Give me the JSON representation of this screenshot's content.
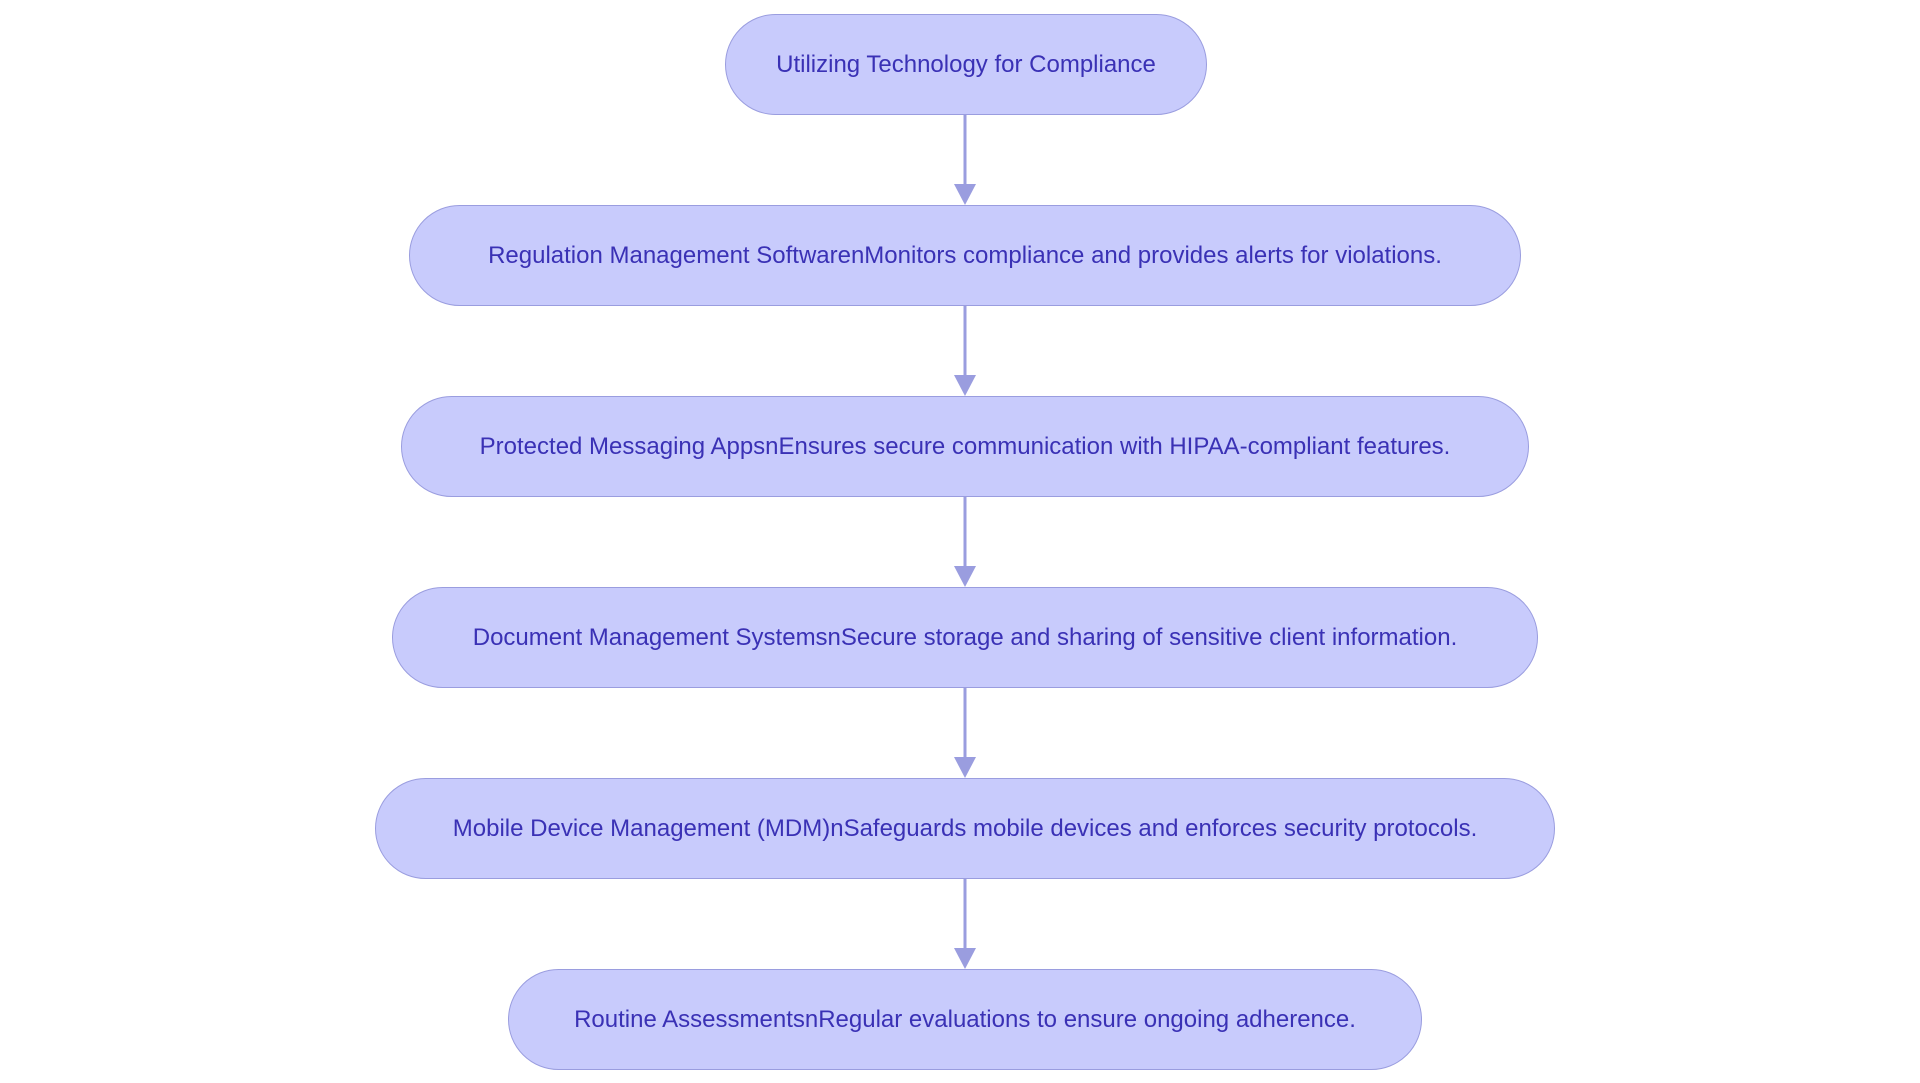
{
  "diagram": {
    "nodes": [
      {
        "label": "Utilizing Technology for Compliance"
      },
      {
        "label": "Regulation Management SoftwarenMonitors compliance and provides alerts for violations."
      },
      {
        "label": "Protected Messaging AppsnEnsures secure communication with HIPAA-compliant features."
      },
      {
        "label": "Document Management SystemsnSecure storage and sharing of sensitive client information."
      },
      {
        "label": "Mobile Device Management (MDM)nSafeguards mobile devices and enforces security protocols."
      },
      {
        "label": "Routine AssessmentsnRegular evaluations to ensure ongoing adherence."
      }
    ],
    "edges": [
      {
        "from": 0,
        "to": 1
      },
      {
        "from": 1,
        "to": 2
      },
      {
        "from": 2,
        "to": 3
      },
      {
        "from": 3,
        "to": 4
      },
      {
        "from": 4,
        "to": 5
      }
    ],
    "colors": {
      "node_fill": "#c8cbfc",
      "node_border": "#9a9ddf",
      "text": "#3a31b5",
      "edge": "#9a9ddf"
    }
  }
}
